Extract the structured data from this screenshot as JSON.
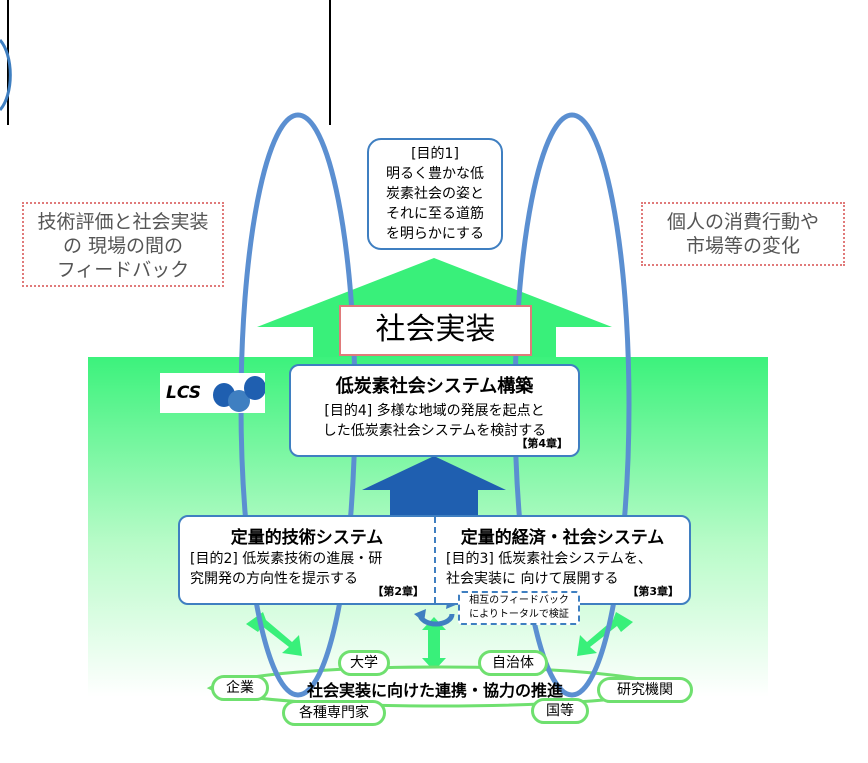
{
  "goal1": {
    "lines": [
      "[目的1]",
      "明るく豊かな低",
      "炭素社会の姿と",
      "それに至る道筋",
      "を明らかにする"
    ]
  },
  "left_note": {
    "lines": [
      "技術評価と社会実装",
      "の 現場の間の",
      "フィードバック"
    ]
  },
  "right_note": {
    "lines": [
      "個人の消費行動や",
      "市場等の変化"
    ]
  },
  "social_impl": "社会実装",
  "lcs_logo": "LCS",
  "center_box": {
    "title": "低炭素社会システム構築",
    "lines": [
      "[目的4]  多様な地域の発展を起点と",
      "した低炭素社会システムを検討する"
    ],
    "chapter": "【第4章】"
  },
  "tech_box": {
    "title": "定量的技術システム",
    "lines": [
      "[目的2]  低炭素技術の進展・研",
      "究開発の方向性を提示する"
    ],
    "chapter": "【第2章】"
  },
  "econ_box": {
    "title": "定量的経済・社会システム",
    "lines": [
      "[目的3]  低炭素社会システムを、",
      "社会実装に 向けて展開する"
    ],
    "chapter": "【第3章】"
  },
  "feedback_box": {
    "lines": [
      "相互のフィードバック",
      "によりトータルで検証"
    ]
  },
  "cooperation": {
    "title": "社会実装に向けた連携・協力の推進",
    "tags": {
      "enterprise": "企業",
      "university": "大学",
      "municipality": "自治体",
      "research": "研究機関",
      "experts": "各種専門家",
      "national": "国等"
    }
  },
  "colors": {
    "green": "#39f07a",
    "blue": "#3f7fc1",
    "dark_blue": "#1f5fb0",
    "pink": "#e07a7a"
  }
}
